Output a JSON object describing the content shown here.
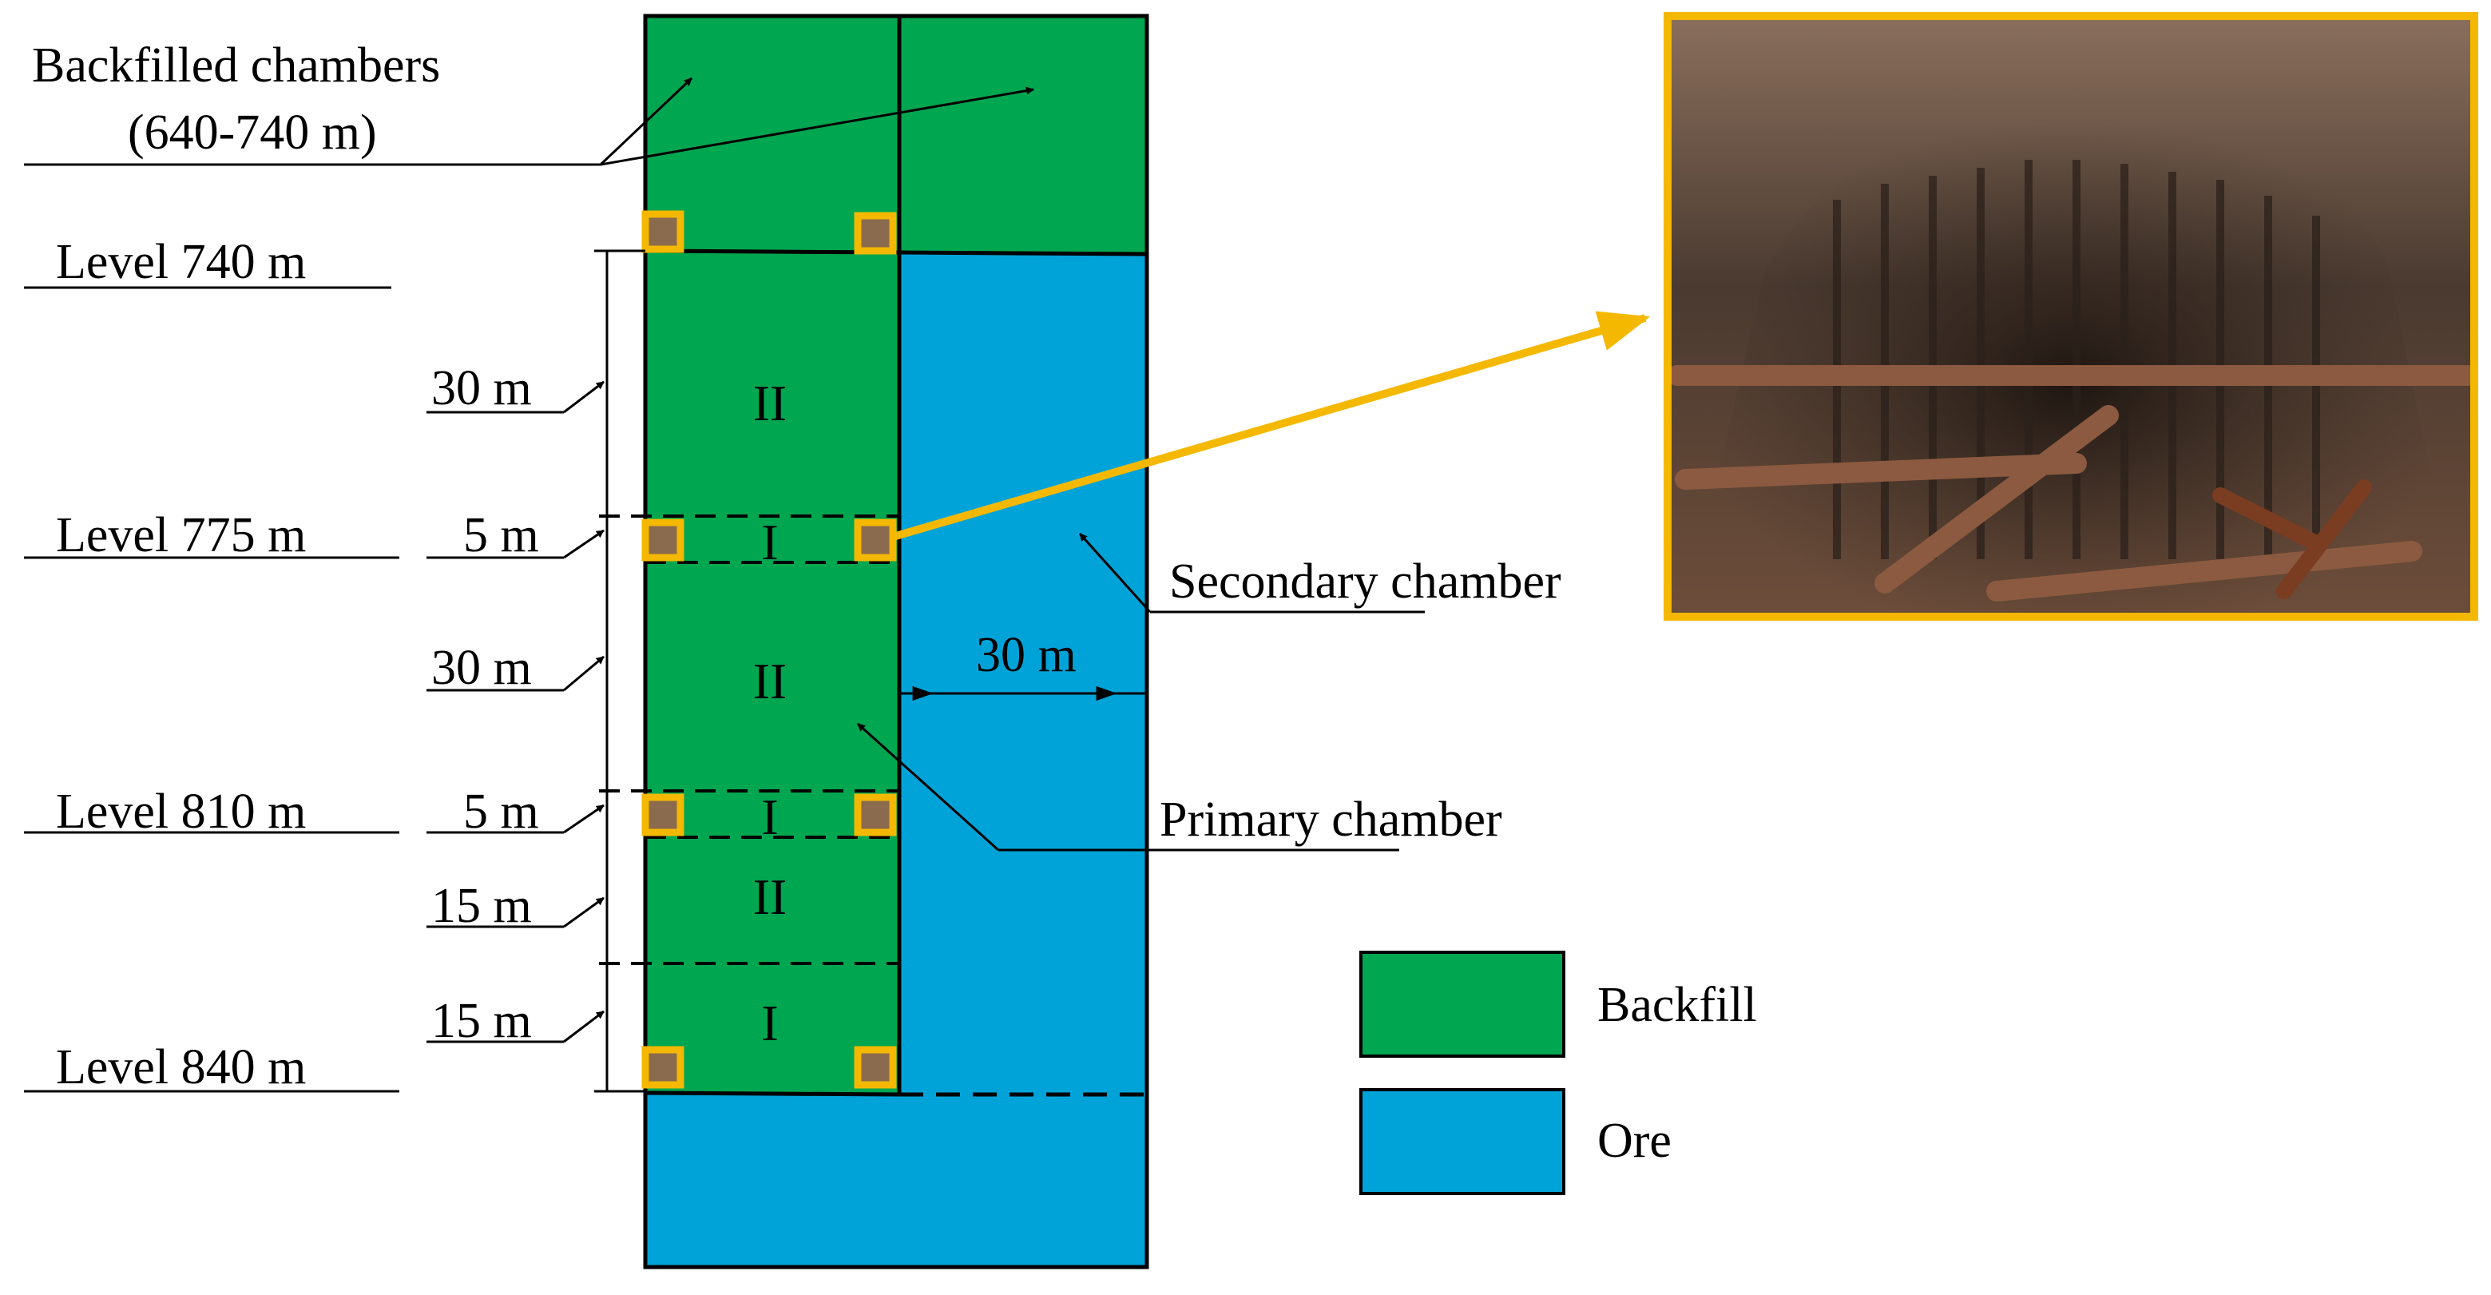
{
  "colors": {
    "backfill": "#00A650",
    "ore": "#00A3D8",
    "pillar_marker_fill": "#8B6B4E",
    "pillar_marker_border": "#F5B800",
    "callout": "#F5B800"
  },
  "annotations": {
    "backfilled_line1": "Backfilled chambers",
    "backfilled_line2": "(640-740 m)",
    "secondary": "Secondary chamber",
    "primary": "Primary chamber"
  },
  "levels": {
    "l740": "Level 740 m",
    "l775": "Level 775 m",
    "l810": "Level 810 m",
    "l840": "Level 840 m"
  },
  "dimensions": {
    "d1": "30 m",
    "d2": "5 m",
    "d3": "30 m",
    "d4": "5 m",
    "d5": "15 m",
    "d6": "15 m",
    "width": "30 m"
  },
  "stages": {
    "s1": "II",
    "s2": "I",
    "s3": "II",
    "s4": "I",
    "s5": "II",
    "s6": "I"
  },
  "legend": {
    "backfill": "Backfill",
    "ore": "Ore"
  },
  "photo": {
    "icon": "mine-tunnel-photo"
  }
}
